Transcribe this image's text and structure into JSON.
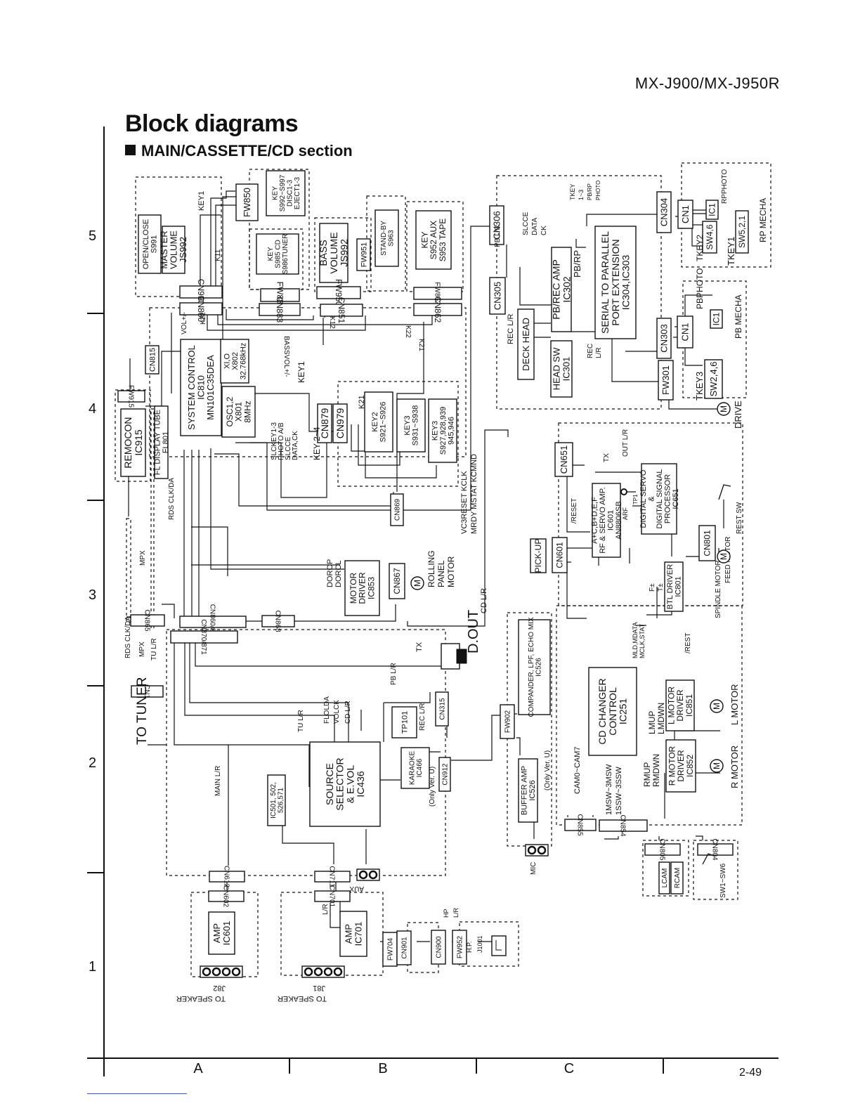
{
  "header": {
    "model": "MX-J900/MX-J950R",
    "title": "Block diagrams",
    "subtitle": "MAIN/CASSETTE/CD section",
    "page_number": "2-49"
  },
  "grid": {
    "rows": [
      "5",
      "4",
      "3",
      "2",
      "1"
    ],
    "columns": [
      "A",
      "B",
      "C"
    ]
  },
  "blocks": [
    {
      "id": "open-close",
      "lines": [
        "OPEN/CLOSE",
        "S991"
      ]
    },
    {
      "id": "master-volume",
      "lines": [
        "MASTER",
        "VOLUME",
        "JS992"
      ]
    },
    {
      "id": "fw850",
      "lines": [
        "FW850"
      ]
    },
    {
      "id": "key-disc",
      "lines": [
        "KEY",
        "S992~S997",
        "DISC1-3",
        "EJECT1-3"
      ]
    },
    {
      "id": "key-cd",
      "lines": [
        "KEY",
        "S985 CD",
        "S986TUNER"
      ]
    },
    {
      "id": "bass-volume",
      "lines": [
        "BASS",
        "VOLUME",
        "JS992"
      ]
    },
    {
      "id": "fw951",
      "lines": [
        "FW951"
      ]
    },
    {
      "id": "standby",
      "lines": [
        "STAND-BY",
        "S963"
      ]
    },
    {
      "id": "key-aux",
      "lines": [
        "KEY",
        "S952 AUX",
        "S953 TAPE"
      ]
    },
    {
      "id": "cn990",
      "lines": [
        "CN990"
      ]
    },
    {
      "id": "fw883",
      "lines": [
        "FW883"
      ]
    },
    {
      "id": "fw950",
      "lines": [
        "FW950"
      ]
    },
    {
      "id": "fw862",
      "lines": [
        "FW862"
      ]
    },
    {
      "id": "cn880",
      "lines": [
        "CN880"
      ]
    },
    {
      "id": "cn883",
      "lines": [
        "CN883"
      ]
    },
    {
      "id": "cn851",
      "lines": [
        "CN851"
      ]
    },
    {
      "id": "cn862",
      "lines": [
        "CN862"
      ]
    },
    {
      "id": "cn815",
      "lines": [
        "CN815"
      ]
    },
    {
      "id": "fw915",
      "lines": [
        "FW915"
      ]
    },
    {
      "id": "remocon",
      "lines": [
        "REMOCON",
        "IC915"
      ]
    },
    {
      "id": "fl-display",
      "lines": [
        "FL DISPLAY TUBE",
        "FL801"
      ]
    },
    {
      "id": "system-control",
      "lines": [
        "SYSTEM CONTROL",
        "IC810",
        "MN101C35DEA"
      ]
    },
    {
      "id": "xi-o",
      "lines": [
        "XI,O",
        "X802",
        "32.768kHz"
      ]
    },
    {
      "id": "osc",
      "lines": [
        "OSC1,2",
        "X801",
        "8MHz"
      ]
    },
    {
      "id": "cn879",
      "lines": [
        "CN879"
      ]
    },
    {
      "id": "cn979",
      "lines": [
        "CN979"
      ]
    },
    {
      "id": "key2",
      "lines": [
        "KEY2",
        "S921~S926"
      ]
    },
    {
      "id": "key3a",
      "lines": [
        "KEY3",
        "S931~S938"
      ]
    },
    {
      "id": "key3b",
      "lines": [
        "KEY3",
        "S927,928,939",
        "945,946"
      ]
    },
    {
      "id": "cn869",
      "lines": [
        "CN869"
      ]
    },
    {
      "id": "motor-driver",
      "lines": [
        "MOTOR",
        "DRIVER",
        "IC853"
      ]
    },
    {
      "id": "cn867",
      "lines": [
        "CN867"
      ]
    },
    {
      "id": "cn865",
      "lines": [
        "CN865"
      ]
    },
    {
      "id": "cn860",
      "lines": [
        "CN860/861"
      ]
    },
    {
      "id": "cn868",
      "lines": [
        "CN868"
      ]
    },
    {
      "id": "cn870",
      "lines": [
        "CN870/871"
      ]
    },
    {
      "id": "cn1-tuner",
      "lines": [
        "CN1"
      ]
    },
    {
      "id": "source-selector",
      "lines": [
        "SOURCE",
        "SELECTOR",
        "& E.VOL",
        "IC436"
      ]
    },
    {
      "id": "ic501",
      "lines": [
        "IC501, 502,",
        "526,571"
      ]
    },
    {
      "id": "tp101",
      "lines": [
        "TP101"
      ]
    },
    {
      "id": "cn315",
      "lines": [
        "CN315"
      ]
    },
    {
      "id": "karaoke",
      "lines": [
        "KARAOKE",
        "IC466"
      ]
    },
    {
      "id": "cn912",
      "lines": [
        "CN912"
      ]
    },
    {
      "id": "fw902",
      "lines": [
        "FW902"
      ]
    },
    {
      "id": "compander",
      "lines": [
        "COMPANDER, LPF, ECHO MIX",
        "IC526"
      ]
    },
    {
      "id": "buffer-amp",
      "lines": [
        "BUFFER AMP",
        "IC526"
      ]
    },
    {
      "id": "cn612",
      "lines": [
        "CN612"
      ]
    },
    {
      "id": "cn711",
      "lines": [
        "CN711"
      ]
    },
    {
      "id": "cn602",
      "lines": [
        "CN602"
      ]
    },
    {
      "id": "amp-ic601",
      "lines": [
        "AMP",
        "IC601"
      ]
    },
    {
      "id": "cn701",
      "lines": [
        "CN701"
      ]
    },
    {
      "id": "amp-ic701",
      "lines": [
        "AMP",
        "IC701"
      ]
    },
    {
      "id": "fw704",
      "lines": [
        "FW704"
      ]
    },
    {
      "id": "cn901",
      "lines": [
        "CN901"
      ]
    },
    {
      "id": "cn900",
      "lines": [
        "CN900"
      ]
    },
    {
      "id": "fw952",
      "lines": [
        "FW952"
      ]
    },
    {
      "id": "cn306",
      "lines": [
        "CN306"
      ]
    },
    {
      "id": "cn305",
      "lines": [
        "CN305"
      ]
    },
    {
      "id": "deck-head",
      "lines": [
        "DECK HEAD"
      ]
    },
    {
      "id": "pb-rec-amp",
      "lines": [
        "PB/REC AMP",
        "IC302"
      ]
    },
    {
      "id": "head-sw",
      "lines": [
        "HEAD SW",
        "IC301"
      ]
    },
    {
      "id": "serial-parallel",
      "lines": [
        "SERIAL TO PARALLEL",
        "PORT EXTENSION",
        "IC304,IC303"
      ]
    },
    {
      "id": "cn304",
      "lines": [
        "CN304"
      ]
    },
    {
      "id": "cn303",
      "lines": [
        "CN303"
      ]
    },
    {
      "id": "fw301",
      "lines": [
        "FW301"
      ]
    },
    {
      "id": "cn1-rp",
      "lines": [
        "CN1"
      ]
    },
    {
      "id": "ic1-rp",
      "lines": [
        "IC1"
      ]
    },
    {
      "id": "sw46",
      "lines": [
        "SW4,6"
      ]
    },
    {
      "id": "sw521",
      "lines": [
        "SW5,2,1"
      ]
    },
    {
      "id": "cn1-pb",
      "lines": [
        "CN1"
      ]
    },
    {
      "id": "ic1-pb",
      "lines": [
        "IC1"
      ]
    },
    {
      "id": "sw246",
      "lines": [
        "SW2,4,6"
      ]
    },
    {
      "id": "cn651",
      "lines": [
        "CN651"
      ]
    },
    {
      "id": "rf-servo",
      "lines": [
        "A+C,B+D,E,F",
        "RF & SERVO AMP.",
        "IC601",
        "AN8806SB"
      ]
    },
    {
      "id": "digital-servo",
      "lines": [
        "DIGITAL SERVO",
        "&",
        "DIGITAL SIGNAL",
        "PROCESSOR",
        "IC651"
      ]
    },
    {
      "id": "pick-up",
      "lines": [
        "PICK-UP"
      ]
    },
    {
      "id": "cn601",
      "lines": [
        "CN601"
      ]
    },
    {
      "id": "btl-driver",
      "lines": [
        "BTL DRIVER",
        "IC801"
      ]
    },
    {
      "id": "cn801",
      "lines": [
        "CN801"
      ]
    },
    {
      "id": "cd-changer",
      "lines": [
        "CD CHANGER",
        "CONTROL",
        "IC251"
      ]
    },
    {
      "id": "l-motor-driver",
      "lines": [
        "L MOTOR",
        "DRIVER",
        "IC851"
      ]
    },
    {
      "id": "r-motor-driver",
      "lines": [
        "R MOTOR",
        "DRIVER",
        "IC852"
      ]
    },
    {
      "id": "cn855",
      "lines": [
        "CN855"
      ]
    },
    {
      "id": "cn854",
      "lines": [
        "CN854"
      ]
    },
    {
      "id": "cn805",
      "lines": [
        "CN805"
      ]
    },
    {
      "id": "cn804",
      "lines": [
        "CN804"
      ]
    },
    {
      "id": "lcam",
      "lines": [
        "LCAM"
      ]
    },
    {
      "id": "rcam",
      "lines": [
        "RCAM"
      ]
    }
  ],
  "labels": [
    {
      "id": "key1-top",
      "text": "KEY1"
    },
    {
      "id": "k11",
      "text": "K11"
    },
    {
      "id": "vol",
      "text": "VOL+/-"
    },
    {
      "id": "k22a",
      "text": "K22"
    },
    {
      "id": "k12",
      "text": "K12"
    },
    {
      "id": "bassvol",
      "text": "BASSVOL+/-"
    },
    {
      "id": "k22b",
      "text": "K22"
    },
    {
      "id": "k21a",
      "text": "K21"
    },
    {
      "id": "key1-mid",
      "text": "KEY1"
    },
    {
      "id": "k21b",
      "text": "K21"
    },
    {
      "id": "key24",
      "text": "KEY 2~4"
    },
    {
      "id": "slckey",
      "text": "SLCKEY1-3"
    },
    {
      "id": "photo",
      "text": "PHOTO A/B"
    },
    {
      "id": "slcce",
      "text": "SLCCE"
    },
    {
      "id": "data-ck",
      "text": "DATA,CK"
    },
    {
      "id": "rds-clk-da-a",
      "text": "RDS CLK/DA"
    },
    {
      "id": "mpx-a",
      "text": "MPX"
    },
    {
      "id": "rds-clk-da-b",
      "text": "RDS CLK/DA"
    },
    {
      "id": "mpx-b",
      "text": "MPX"
    },
    {
      "id": "tu-lr-a",
      "text": "TU L/R"
    },
    {
      "id": "to-tuner",
      "text": "TO TUNER"
    },
    {
      "id": "dorop",
      "text": "DOROP"
    },
    {
      "id": "dorcl",
      "text": "DORCL"
    },
    {
      "id": "rolling",
      "text": "ROLLING"
    },
    {
      "id": "panel",
      "text": "PANEL"
    },
    {
      "id": "motor",
      "text": "MOTOR"
    },
    {
      "id": "vc3reset",
      "text": "VC3RESET KCLK"
    },
    {
      "id": "mrdy",
      "text": "MRDY MSTAT KCMND"
    },
    {
      "id": "cd-lr-a",
      "text": "CD L/R"
    },
    {
      "id": "tx-a",
      "text": "TX"
    },
    {
      "id": "dout",
      "text": "D.OUT"
    },
    {
      "id": "pb-lr-a",
      "text": "PB L/R"
    },
    {
      "id": "rec-lr-a",
      "text": "REC L/R"
    },
    {
      "id": "flolda",
      "text": "FLOLDA"
    },
    {
      "id": "volck",
      "text": "VOLCK"
    },
    {
      "id": "cd-lr-b",
      "text": "CD L/R"
    },
    {
      "id": "tu-lr-b",
      "text": "TU L/R"
    },
    {
      "id": "main-lr",
      "text": "MAIN L/R"
    },
    {
      "id": "only-u1",
      "text": "(Only Ver. U)"
    },
    {
      "id": "only-u2",
      "text": "(Only Ver. U)"
    },
    {
      "id": "mic",
      "text": "MIC"
    },
    {
      "id": "aux",
      "text": "AUX"
    },
    {
      "id": "to-speaker-1",
      "text": "TO SPEAKER"
    },
    {
      "id": "j82",
      "text": "J82"
    },
    {
      "id": "to-speaker-2",
      "text": "TO SPEAKER"
    },
    {
      "id": "j81",
      "text": "J81"
    },
    {
      "id": "lr-amp",
      "text": "L/R"
    },
    {
      "id": "hp-lr",
      "text": "L/R"
    },
    {
      "id": "hp",
      "text": "HP"
    },
    {
      "id": "hp-jack",
      "text": "H.P."
    },
    {
      "id": "j1001",
      "text": "J1001"
    },
    {
      "id": "tkey",
      "text": "TKEY"
    },
    {
      "id": "tkey-13",
      "text": "1~3"
    },
    {
      "id": "pb-rp",
      "text": "PB/RP"
    },
    {
      "id": "photo-r",
      "text": "PHOTO"
    },
    {
      "id": "pb-lr-b",
      "text": "PB L/R"
    },
    {
      "id": "slcce-r",
      "text": "SLCCE"
    },
    {
      "id": "data-r",
      "text": "DATA"
    },
    {
      "id": "ck-r",
      "text": "CK"
    },
    {
      "id": "pb-rp2",
      "text": "PB/RP"
    },
    {
      "id": "rec-lr-b",
      "text": "REC L/R"
    },
    {
      "id": "rec-lr-c",
      "text": "REC"
    },
    {
      "id": "rec-lr-d",
      "text": "L/R"
    },
    {
      "id": "tkey2",
      "text": "TKEY2"
    },
    {
      "id": "tkey1",
      "text": "TKEY1"
    },
    {
      "id": "rpphoto",
      "text": "RPPHOTO"
    },
    {
      "id": "rp-mecha",
      "text": "RP MECHA"
    },
    {
      "id": "pbphoto",
      "text": "PBPHOTO"
    },
    {
      "id": "tkey3",
      "text": "TKEY3"
    },
    {
      "id": "pb-mecha",
      "text": "PB MECHA"
    },
    {
      "id": "drive",
      "text": "DRIVE"
    },
    {
      "id": "tx-b",
      "text": "TX"
    },
    {
      "id": "out-lr",
      "text": "OUT L/R"
    },
    {
      "id": "reset",
      "text": "/RESET"
    },
    {
      "id": "tp1",
      "text": "TP1"
    },
    {
      "id": "arf",
      "text": "ARF"
    },
    {
      "id": "fpm",
      "text": "F±"
    },
    {
      "id": "tpm",
      "text": "T±"
    },
    {
      "id": "spindle",
      "text": "SPINDLE MOTOR"
    },
    {
      "id": "feed",
      "text": "FEED MOTOR"
    },
    {
      "id": "rest-sw",
      "text": "REST SW"
    },
    {
      "id": "mld",
      "text": "MLD,MDATA"
    },
    {
      "id": "mclk",
      "text": "MCLK,STAT"
    },
    {
      "id": "rest",
      "text": "/REST"
    },
    {
      "id": "lmup",
      "text": "LMUP"
    },
    {
      "id": "lmdwn",
      "text": "LMDWN"
    },
    {
      "id": "rmup",
      "text": "RMUP"
    },
    {
      "id": "rmdwn",
      "text": "RMDWN"
    },
    {
      "id": "l-motor",
      "text": "L MOTOR"
    },
    {
      "id": "r-motor",
      "text": "R MOTOR"
    },
    {
      "id": "cam",
      "text": "CAM0~CAM7"
    },
    {
      "id": "msw",
      "text": "1MSW~3MSW"
    },
    {
      "id": "ssw",
      "text": "1SSW~3SSW"
    },
    {
      "id": "sw1-6",
      "text": "SW1~SW6"
    }
  ],
  "motor_symbol": "M"
}
